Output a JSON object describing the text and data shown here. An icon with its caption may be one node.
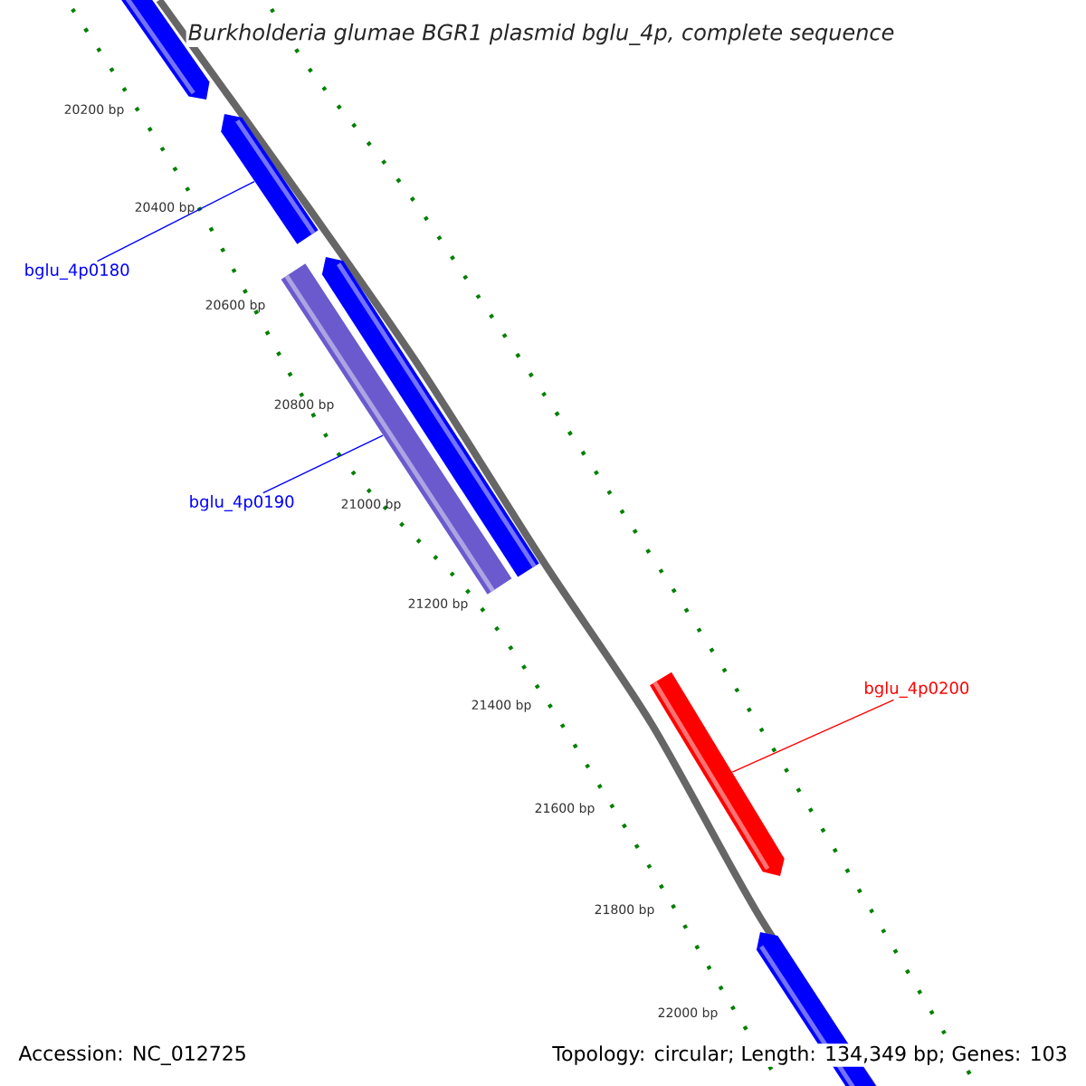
{
  "diagram": {
    "title": "Burkholderia glumae BGR1 plasmid bglu_4p, complete sequence",
    "nodes": [
      {
        "text": [
          "bglu_4p0180"
        ]
      },
      {
        "text": [
          "bglu_4p0190"
        ]
      },
      {
        "text": [
          "bglu_4p0200"
        ]
      },
      {
        "text": [],
        "shape": "bar"
      },
      {
        "text": [],
        "shape": "bar"
      },
      {
        "text": [],
        "shape": "bar"
      },
      {
        "text": [],
        "shape": "bar"
      },
      {
        "text": [],
        "shape": "bar"
      },
      {
        "text": [],
        "shape": "bar"
      }
    ],
    "edges": [
      {
        "from": 0,
        "to": 4,
        "arrow": "none"
      },
      {
        "from": 1,
        "to": 6,
        "arrow": "none"
      },
      {
        "from": 2,
        "to": 7,
        "arrow": "none",
        "color": "#ff0000"
      }
    ],
    "labels": [
      "20200 bp",
      "20400 bp",
      "20600 bp",
      "20800 bp",
      "21000 bp",
      "21200 bp",
      "21400 bp",
      "21600 bp",
      "21800 bp",
      "22000 bp",
      "Accession: NC_012725",
      "Topology: circular; Length: 134,349 bp; Genes: 103"
    ]
  }
}
